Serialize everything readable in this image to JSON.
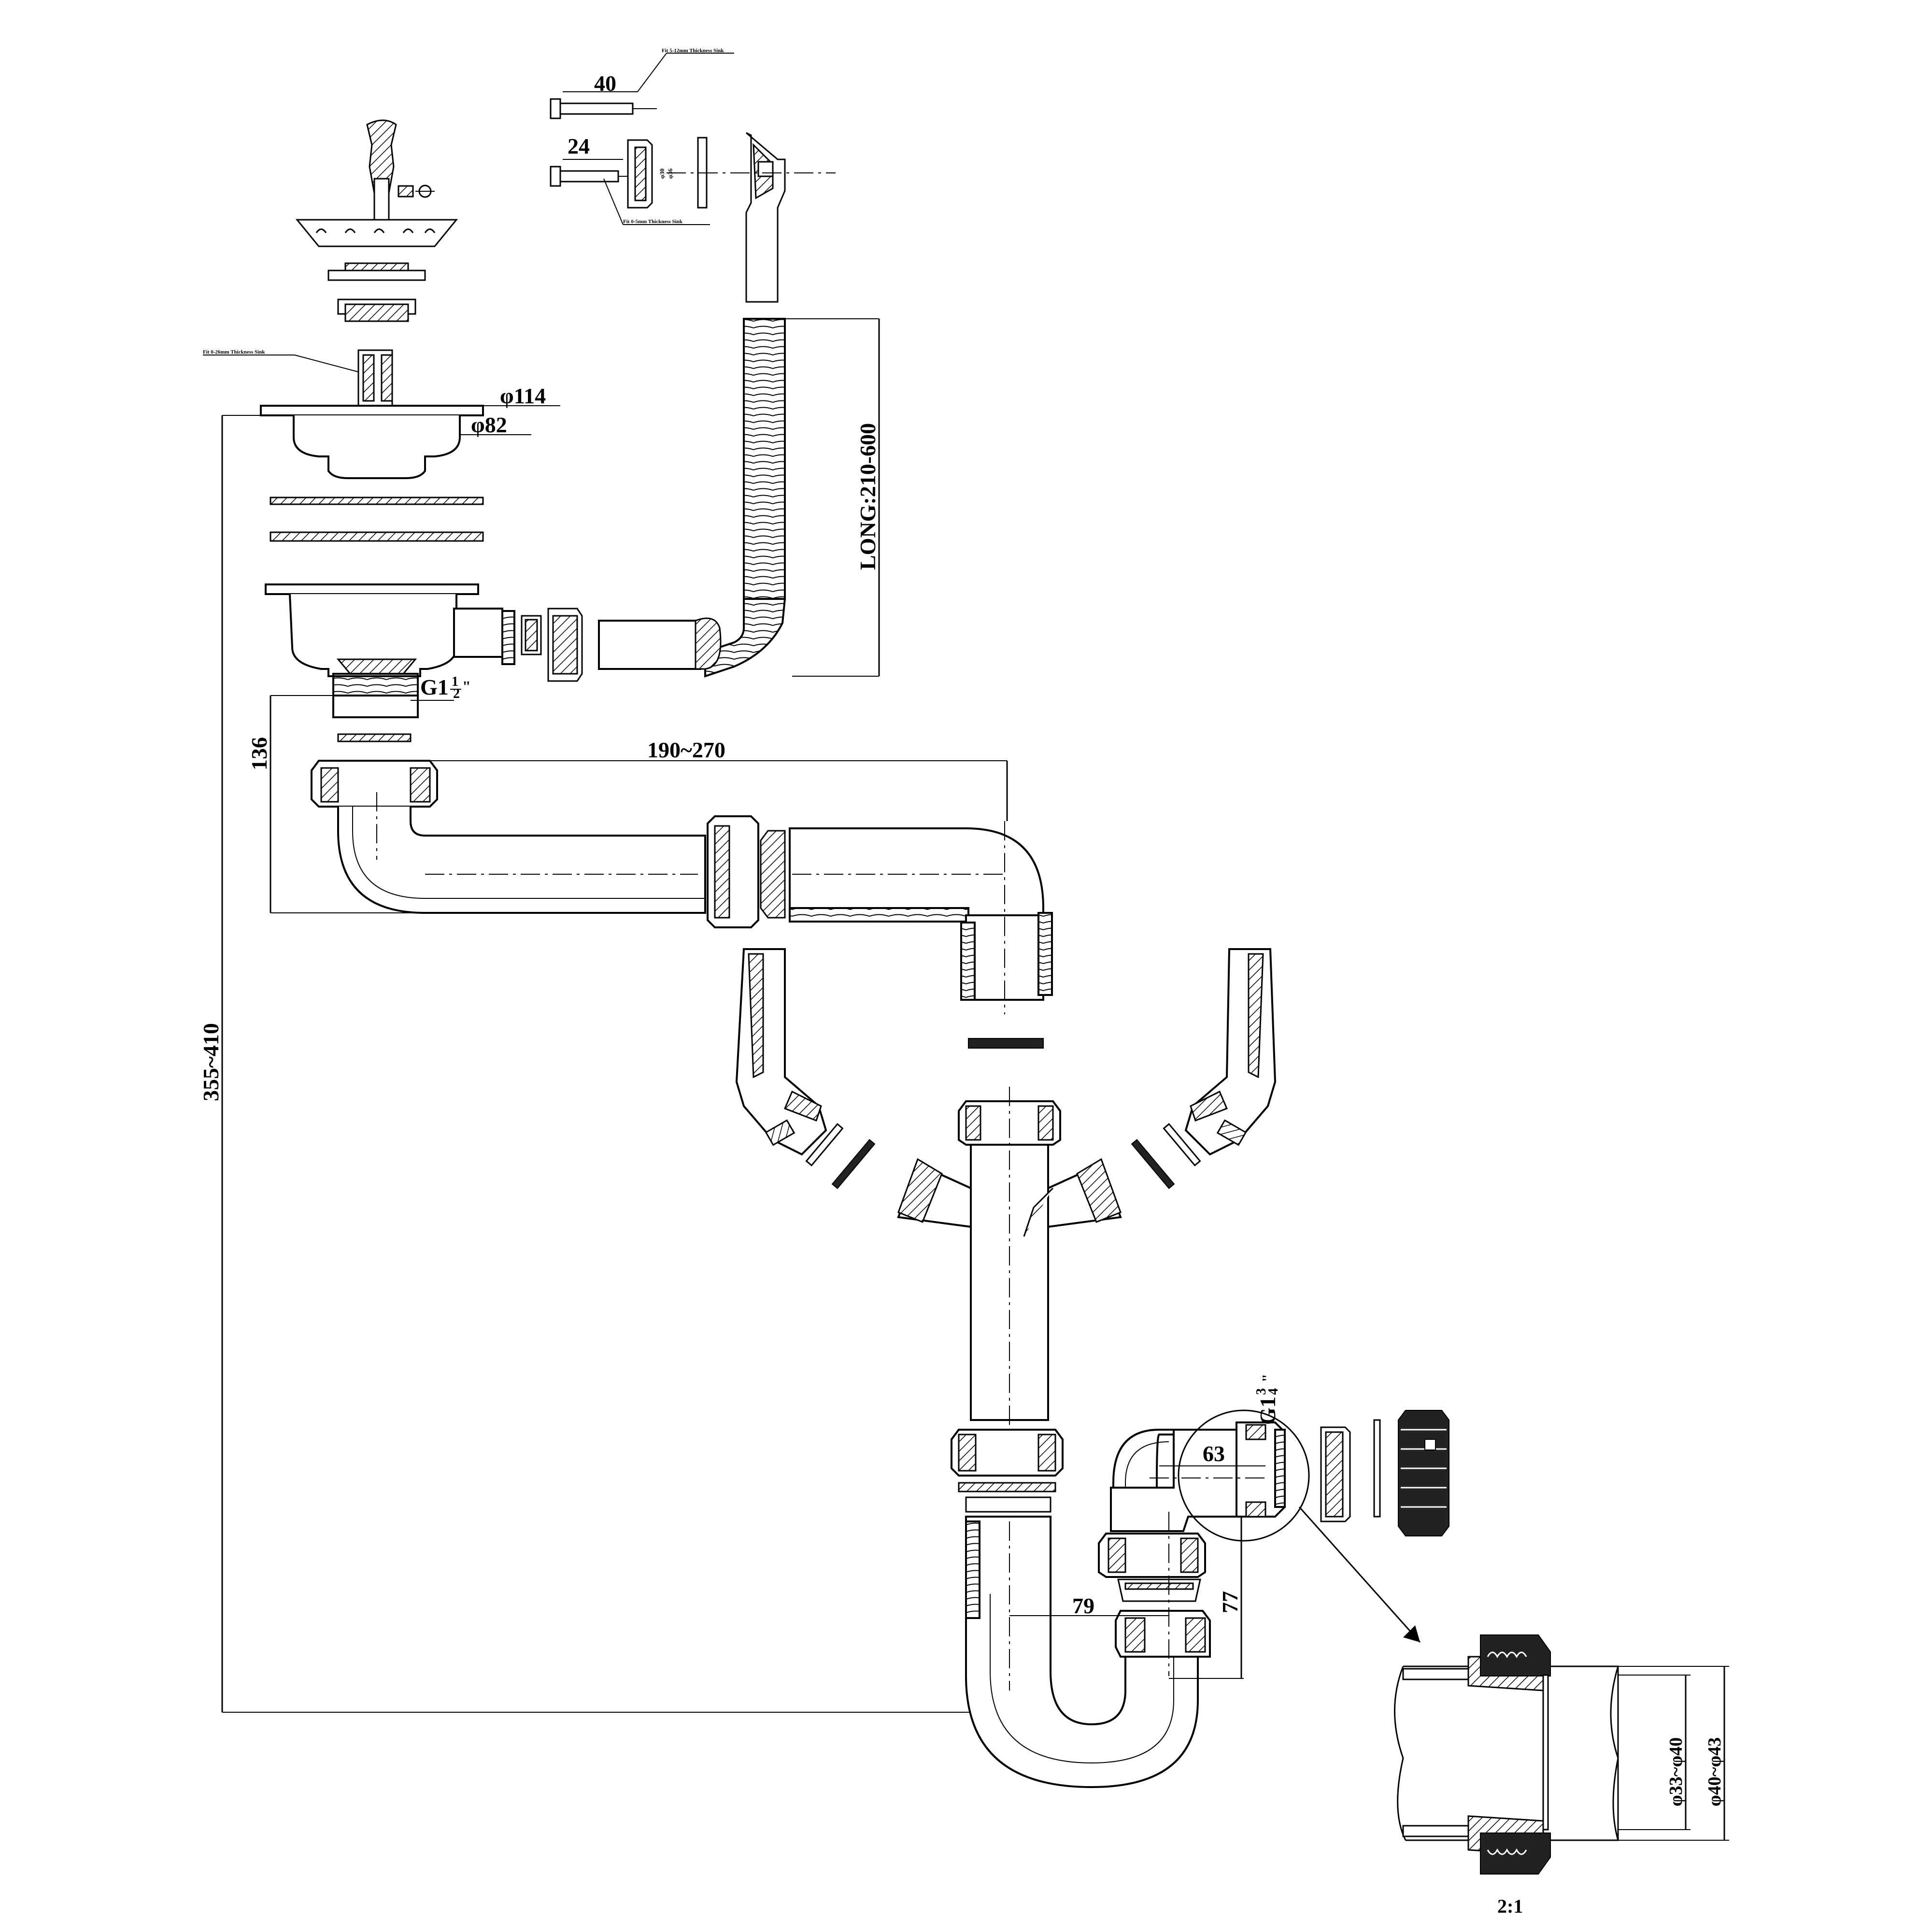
{
  "labels": {
    "fit_5_12": "Fit 5-12mm Thickness Sink",
    "fit_0_5": "Fit 0-5mm Thickness Sink",
    "fit_0_26": "Fit 0-26mm Thickness Sink",
    "dim_40": "40",
    "dim_24": "24",
    "dim_phi30": "φ30",
    "dim_phi36": "φ36",
    "dim_phi114": "φ114",
    "dim_phi82": "φ82",
    "dim_long": "LONG:210-600",
    "dim_g1_half": "G1",
    "dim_136": "136",
    "dim_190_270": "190~270",
    "dim_355_410": "355~410",
    "dim_g1_three_quarter": "G1",
    "dim_63": "63",
    "dim_79": "79",
    "dim_77": "77",
    "dim_phi33_40": "φ33~φ40",
    "dim_phi40_43": "φ40~φ43",
    "scale": "2:1"
  }
}
